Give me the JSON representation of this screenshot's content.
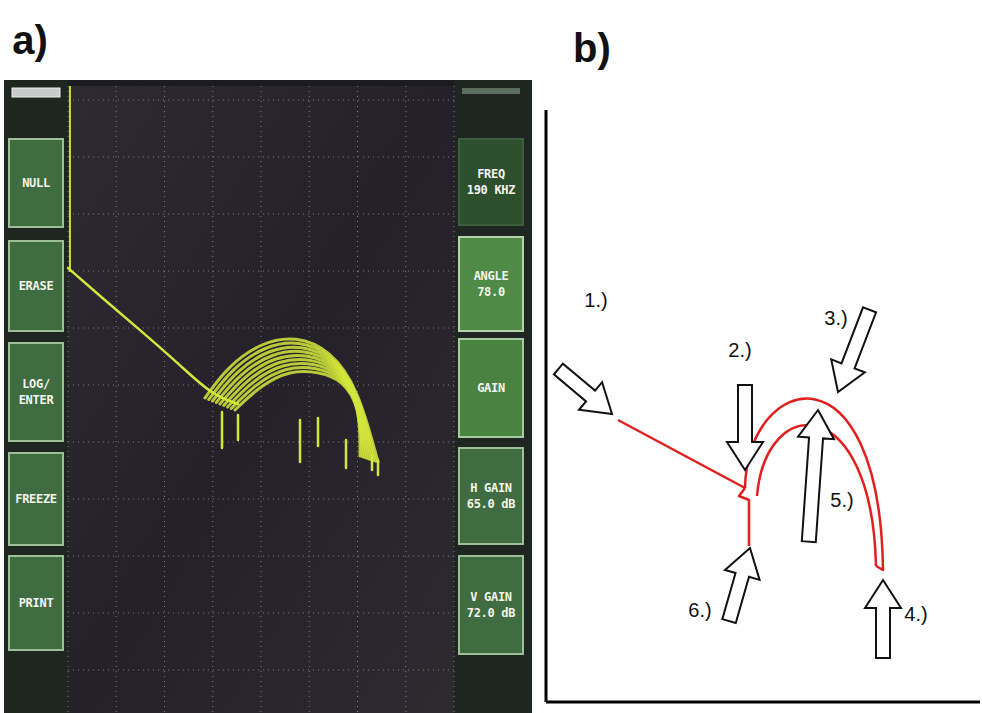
{
  "diagram": {
    "nodes": [
      {
        "text": [
          "NULL"
        ]
      },
      {
        "text": [
          "ERASE"
        ]
      },
      {
        "text": [
          "LOG/ ENTER"
        ]
      },
      {
        "text": [
          "FREEZE"
        ]
      },
      {
        "text": [
          "PRINT"
        ]
      },
      {
        "text": [
          "FREQ",
          "190 KHZ"
        ]
      },
      {
        "text": [
          "ANGLE",
          "78.0"
        ]
      },
      {
        "text": [
          "GAIN"
        ]
      },
      {
        "text": [
          "H GAIN",
          "65.0 dB"
        ]
      },
      {
        "text": [
          "V GAIN",
          "72.0 dB"
        ]
      }
    ],
    "labels": [
      "a)",
      "b)",
      "1.)",
      "2.)",
      "3.)",
      "4.)",
      "5.)",
      "6.)"
    ]
  }
}
